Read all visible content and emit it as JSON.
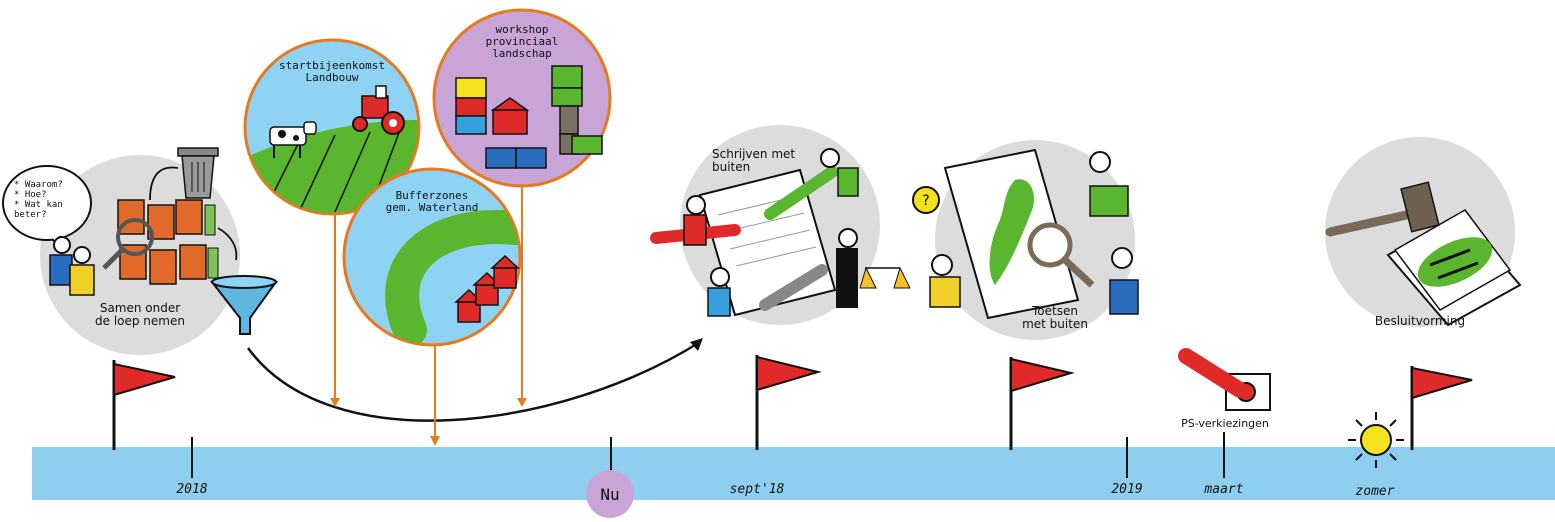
{
  "phases": [
    {
      "id": "samen",
      "label_l1": "Samen onder",
      "label_l2": "de loep nemen"
    },
    {
      "id": "schrijven",
      "label_l1": "Schrijven met",
      "label_l2": "buiten"
    },
    {
      "id": "toetsen",
      "label_l1": "Toetsen",
      "label_l2": "met buiten"
    },
    {
      "id": "besluit",
      "label_l1": "Besluitvorming",
      "label_l2": ""
    }
  ],
  "speech_bubble": [
    "* Waarom?",
    "* Hoe?",
    "* Wat kan",
    "beter?"
  ],
  "events": [
    {
      "id": "landbouw",
      "label_l1": "startbijeenkomst",
      "label_l2": "Landbouw",
      "label_l3": ""
    },
    {
      "id": "bufferzones",
      "label_l1": "Bufferzones",
      "label_l2": "gem. Waterland",
      "label_l3": ""
    },
    {
      "id": "workshop",
      "label_l1": "workshop",
      "label_l2": "provinciaal",
      "label_l3": "landschap"
    }
  ],
  "timeline": {
    "labels": {
      "t2018": "2018",
      "nu": "Nu",
      "sept18": "sept'18",
      "t2019": "2019",
      "maart": "maart",
      "zomer": "zomer"
    },
    "election_label": "PS-verkiezingen"
  },
  "colors": {
    "band": "#8ecff0",
    "flag": "#e02a2a",
    "gray_circle": "#dcdcdc",
    "event_outline": "#e67a1e",
    "sky": "#8ed3f3",
    "field": "#5ab52f",
    "lilac": "#c9a4d6",
    "sun": "#f4e21f"
  }
}
